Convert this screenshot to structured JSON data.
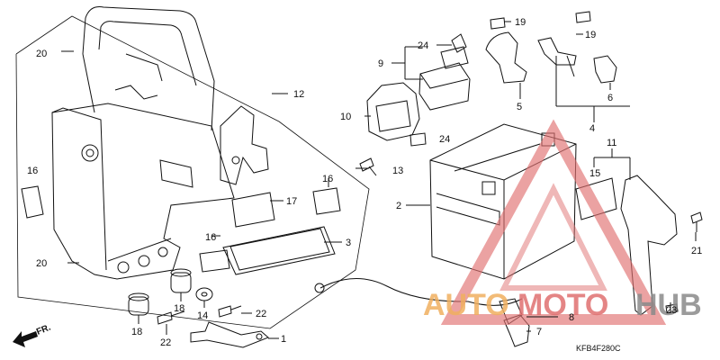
{
  "labels": {
    "p1": "1",
    "p2": "2",
    "p3": "3",
    "p4": "4",
    "p5": "5",
    "p6": "6",
    "p7": "7",
    "p8": "8",
    "p9": "9",
    "p10": "10",
    "p11": "11",
    "p12": "12",
    "p13": "13",
    "p14": "14",
    "p15": "15",
    "p16a": "16",
    "p16b": "16",
    "p16c": "16",
    "p17": "17",
    "p18a": "18",
    "p18b": "18",
    "p19a": "19",
    "p19b": "19",
    "p20a": "20",
    "p20b": "20",
    "p21": "21",
    "p22a": "22",
    "p22b": "22",
    "p23": "23",
    "p24a": "24",
    "p24b": "24"
  },
  "front_arrow": "FR.",
  "diagram_code": "KFB4F280C",
  "watermark": {
    "part1": "AUTO",
    "part2": "MOTO",
    "part3": "HUB"
  },
  "colors": {
    "watermark_orange": "#f0b060",
    "watermark_red": "#e07070",
    "watermark_gray": "#8a8a8a",
    "line": "#111111"
  }
}
